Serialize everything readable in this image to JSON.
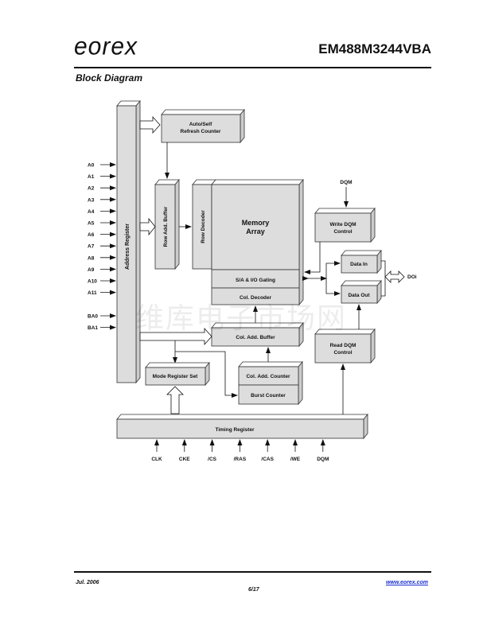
{
  "header": {
    "logo": "eorex",
    "part_number": "EM488M3244VBA",
    "section_title": "Block Diagram"
  },
  "diagram": {
    "address_pins": [
      "A0",
      "A1",
      "A2",
      "A3",
      "A4",
      "A5",
      "A6",
      "A7",
      "A8",
      "A9",
      "A10",
      "A11"
    ],
    "bank_pins": [
      "BA0",
      "BA1"
    ],
    "blocks": {
      "address_register": "Address Register",
      "refresh_counter_line1": "Auto/Self",
      "refresh_counter_line2": "Refresh Counter",
      "row_add_buffer": "Row Add. Buffer",
      "row_decoder": "Row Decoder",
      "memory_array_line1": "Memory",
      "memory_array_line2": "Array",
      "sa_io_gating": "S/A & I/O Gating",
      "col_decoder": "Col. Decoder",
      "col_add_buffer": "Col. Add. Buffer",
      "mode_register_set": "Mode Register Set",
      "col_add_counter": "Col. Add. Counter",
      "burst_counter": "Burst Counter",
      "write_dqm_line1": "Write DQM",
      "write_dqm_line2": "Control",
      "read_dqm_line1": "Read DQM",
      "read_dqm_line2": "Control",
      "data_in": "Data In",
      "data_out": "Data Out",
      "timing_register": "Timing Register"
    },
    "dqm_top_label": "DQM",
    "doi_label": "DOi",
    "control_pins": [
      "CLK",
      "CKE",
      "/CS",
      "/RAS",
      "/CAS",
      "/WE",
      "DQM"
    ]
  },
  "watermark": "维库电子市场网",
  "footer": {
    "date": "Jul. 2006",
    "page": "6/17",
    "url": "www.eorex.com"
  }
}
